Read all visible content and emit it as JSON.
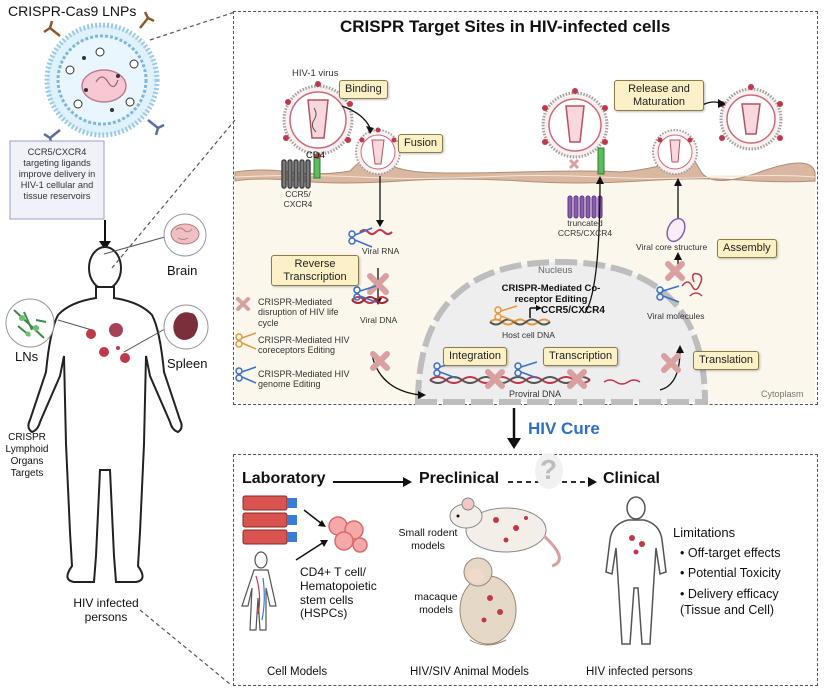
{
  "left": {
    "lnp_title": "CRISPR-Cas9 LNPs",
    "ligand_note": "CCR5/CXCR4 targeting ligands improve delivery in HIV-1 cellular and tissue reservoirs",
    "organs": {
      "brain": "Brain",
      "lns": "LNs",
      "spleen": "Spleen"
    },
    "targets_label": "CRISPR Lymphoid Organs Targets",
    "person_label": "HIV infected persons"
  },
  "top_panel": {
    "title": "CRISPR Target Sites in HIV-infected cells",
    "hiv_virus": "HIV-1 virus",
    "cd4": "CD4",
    "ccr5_cxcr4": "CCR5/ CXCR4",
    "steps": {
      "binding": "Binding",
      "fusion": "Fusion",
      "reverse_transcription": "Reverse Transcription",
      "integration": "Integration",
      "transcription": "Transcription",
      "translation": "Translation",
      "assembly": "Assembly",
      "release": "Release and Maturation"
    },
    "viral_rna": "Viral RNA",
    "viral_dna": "Viral DNA",
    "nucleus": "Nucleus",
    "coreceptor_editing": "CRISPR-Mediated Co-receptor Editing",
    "ccr5_cxcr4_gene": "CCR5/CXCR4",
    "host_cell_dna": "Host cell DNA",
    "proviral_dna": "Proviral DNA",
    "truncated": "truncated CCR5/CXCR4",
    "viral_core": "Viral core structure",
    "viral_molecules": "Viral molecules",
    "cytoplasm": "Cytoplasm",
    "legend": [
      {
        "text": "CRISPR-Mediated disruption of HIV life cycle",
        "icon": "x-mark-icon"
      },
      {
        "text": "CRISPR-Mediated HIV coreceptors Editing",
        "icon": "orange-scissors-icon"
      },
      {
        "text": "CRISPR-Mediated HIV genome Editing",
        "icon": "blue-scissors-icon"
      }
    ]
  },
  "cure": "HIV Cure",
  "bottom_panel": {
    "laboratory": "Laboratory",
    "preclinical": "Preclinical",
    "clinical": "Clinical",
    "question": "?",
    "cd4_cells": "CD4+ T cell/ Hematopoietic stem cells (HSPCs)",
    "small_rodent": "Small rodent models",
    "macaque": "macaque models",
    "limitations_title": "Limitations",
    "limitations": [
      "Off-target effects",
      "Potential Toxicity",
      "Delivery efficacy (Tissue and Cell)"
    ],
    "footer": {
      "cell_models": "Cell Models",
      "animal_models": "HIV/SIV Animal Models",
      "persons": "HIV infected persons"
    }
  },
  "colors": {
    "membrane": "#d9b7a0",
    "cytoplasm": "#fbf7ec",
    "nucleus": "#eeeeee",
    "label_box": "#fbf0c6",
    "cure_blue": "#2f6fc6",
    "x_mark": "#d9a0a0",
    "virus_red": "#c0394a"
  }
}
